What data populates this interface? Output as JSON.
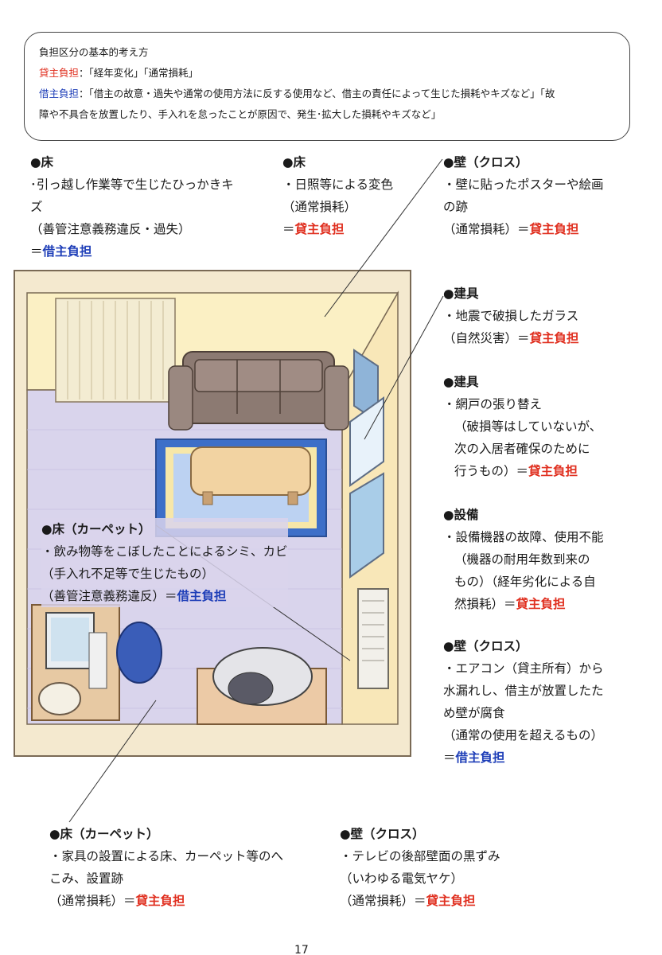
{
  "legend": {
    "title": "負担区分の基本的考え方",
    "lessor_label": "貸主負担",
    "lessor_text": "：「経年変化」「通常損耗」",
    "lessee_label": "借主負担",
    "lessee_text_1": "：「借主の故意・過失や通常の使用方法に反する使用など、借主の責任によって生じた損耗やキズなど」「故",
    "lessee_text_2": "障や不具合を放置したり、手入れを怠ったことが原因で、発生･拡大した損耗やキズなど」"
  },
  "notes": {
    "floor1": {
      "head": "●床",
      "l1": "･引っ越し作業等で生じたひっかきキ",
      "l2": "ズ",
      "l3": "（善管注意義務違反・過失）",
      "eq": "＝",
      "result": "借主負担"
    },
    "floor2": {
      "head": "●床",
      "l1": "・日照等による変色",
      "l2": "（通常損耗）",
      "eq": "＝",
      "result": "貸主負担"
    },
    "wall1": {
      "head": "●壁（クロス）",
      "l1": "・壁に貼ったポスターや絵画",
      "l2": "の跡",
      "l3": "（通常損耗）＝",
      "result": "貸主負担"
    },
    "fitting1": {
      "head": "●建具",
      "l1": "・地震で破損したガラス",
      "l2": "（自然災害）＝",
      "result": "貸主負担"
    },
    "fitting2": {
      "head": "●建具",
      "l1": "・網戸の張り替え",
      "l2": "（破損等はしていないが、",
      "l3": "次の入居者確保のために",
      "l4": "行うもの）＝",
      "result": "貸主負担"
    },
    "equipment": {
      "head": "●設備",
      "l1": "・設備機器の故障、使用不能",
      "l2": "（機器の耐用年数到来の",
      "l3": "もの）（経年劣化による自",
      "l4": "然損耗）＝",
      "result": "貸主負担"
    },
    "wall2": {
      "head": "●壁（クロス）",
      "l1": "・エアコン（貸主所有）から",
      "l2": "水漏れし、借主が放置したた",
      "l3": "め壁が腐食",
      "l4": "（通常の使用を超えるもの）",
      "eq": "＝",
      "result": "借主負担"
    },
    "carpet1": {
      "head": "●床（カーペット）",
      "l1": "・飲み物等をこぼしたことによるシミ、カビ",
      "l2": "（手入れ不足等で生じたもの）",
      "l3": "（善管注意義務違反）＝",
      "result": "借主負担"
    },
    "carpet2": {
      "head": "●床（カーペット）",
      "l1": "・家具の設置による床、カーペット等のへ",
      "l2": "こみ、設置跡",
      "l3": "（通常損耗）＝",
      "result": "貸主負担"
    },
    "wall3": {
      "head": "●壁（クロス）",
      "l1": "・テレビの後部壁面の黒ずみ",
      "l2": "（いわゆる電気ヤケ）",
      "l3": "（通常損耗）＝",
      "result": "貸主負担"
    }
  },
  "page_number": "17"
}
